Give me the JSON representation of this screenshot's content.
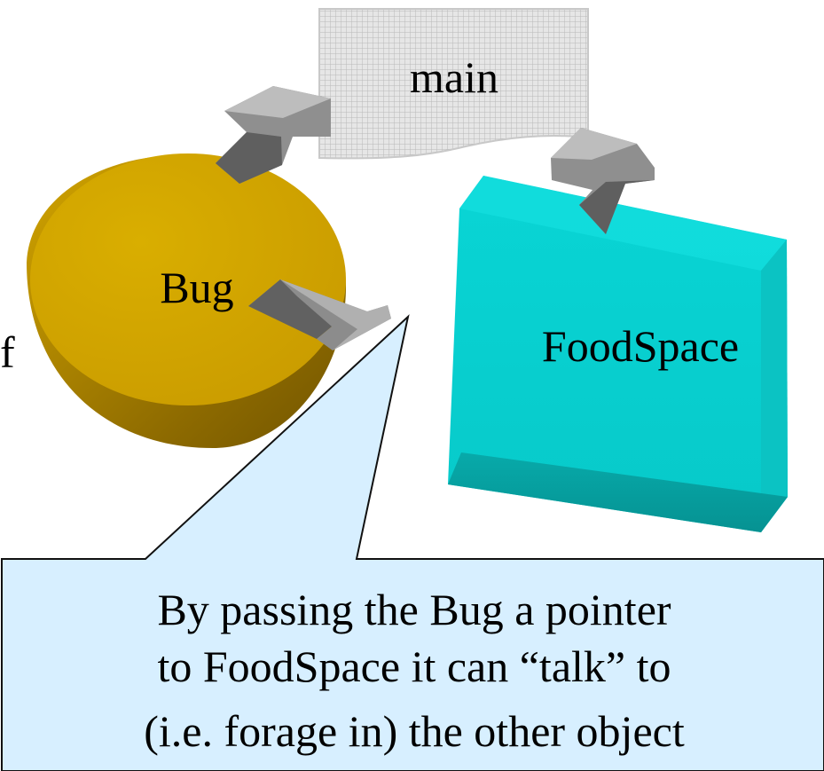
{
  "nodes": {
    "main": {
      "label": "main"
    },
    "bug": {
      "label": "Bug"
    },
    "foodspace": {
      "label": "FoodSpace"
    }
  },
  "edge_fragment": {
    "label": "f"
  },
  "callout": {
    "lines": [
      "By passing the Bug a pointer",
      "to FoodSpace it can “talk” to",
      "(i.e. forage in) the other object"
    ]
  },
  "colors": {
    "main_fill": "#e6e6e6",
    "main_grid": "#b8b8b8",
    "bug_top": "#d8aa00",
    "bug_side": "#8a6b00",
    "foodspace_front": "#08d2d2",
    "foodspace_side": "#08a5a5",
    "arrow": "#8c8c8c",
    "arrow_dark": "#5b5b5b",
    "callout_fill": "#d7efff",
    "callout_stroke": "#111111"
  }
}
